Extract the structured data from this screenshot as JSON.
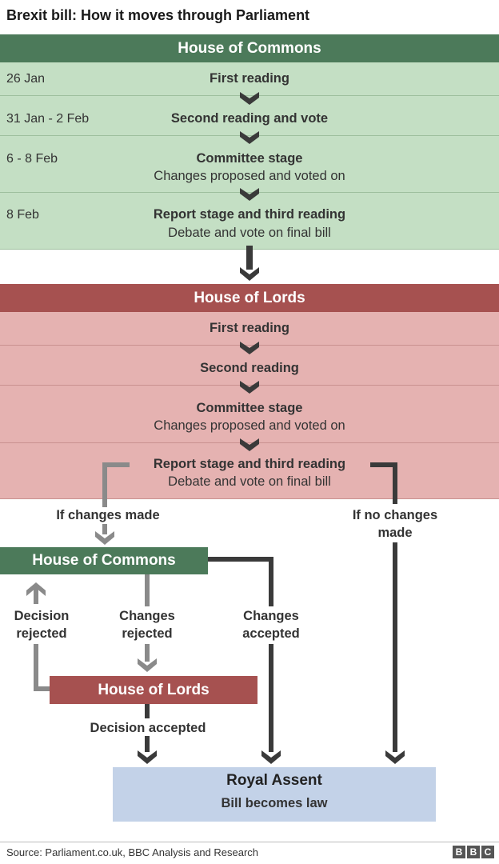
{
  "title": "Brexit bill: How it moves through Parliament",
  "commons": {
    "header": "House of Commons",
    "stages": [
      {
        "date": "26 Jan",
        "name": "First reading",
        "detail": ""
      },
      {
        "date": "31 Jan - 2 Feb",
        "name": "Second reading and vote",
        "detail": ""
      },
      {
        "date": "6 - 8 Feb",
        "name": "Committee stage",
        "detail": "Changes proposed and voted on"
      },
      {
        "date": "8 Feb",
        "name": "Report stage and third reading",
        "detail": "Debate and vote on final bill"
      }
    ]
  },
  "lords": {
    "header": "House of Lords",
    "stages": [
      {
        "name": "First reading",
        "detail": ""
      },
      {
        "name": "Second reading",
        "detail": ""
      },
      {
        "name": "Committee stage",
        "detail": "Changes proposed and voted on"
      },
      {
        "name": "Report stage and third reading",
        "detail": "Debate and vote on final bill"
      }
    ]
  },
  "ping_pong": {
    "if_changes": "If changes made",
    "if_no_changes": "If no changes made",
    "commons_box": "House of Commons",
    "lords_box": "House of Lords",
    "decision_rejected": "Decision rejected",
    "changes_rejected": "Changes rejected",
    "changes_accepted": "Changes accepted",
    "decision_accepted": "Decision accepted"
  },
  "royal_assent": {
    "title": "Royal Assent",
    "subtitle": "Bill becomes law"
  },
  "footer": {
    "source": "Source: Parliament.co.uk, BBC Analysis and Research",
    "logo": [
      "B",
      "B",
      "C"
    ]
  },
  "colors": {
    "commons": "#4c7a5a",
    "commons_light": "#c4dfc4",
    "lords": "#a65150",
    "lords_light": "#e5b2b1",
    "assent": "#c3d2e8"
  }
}
